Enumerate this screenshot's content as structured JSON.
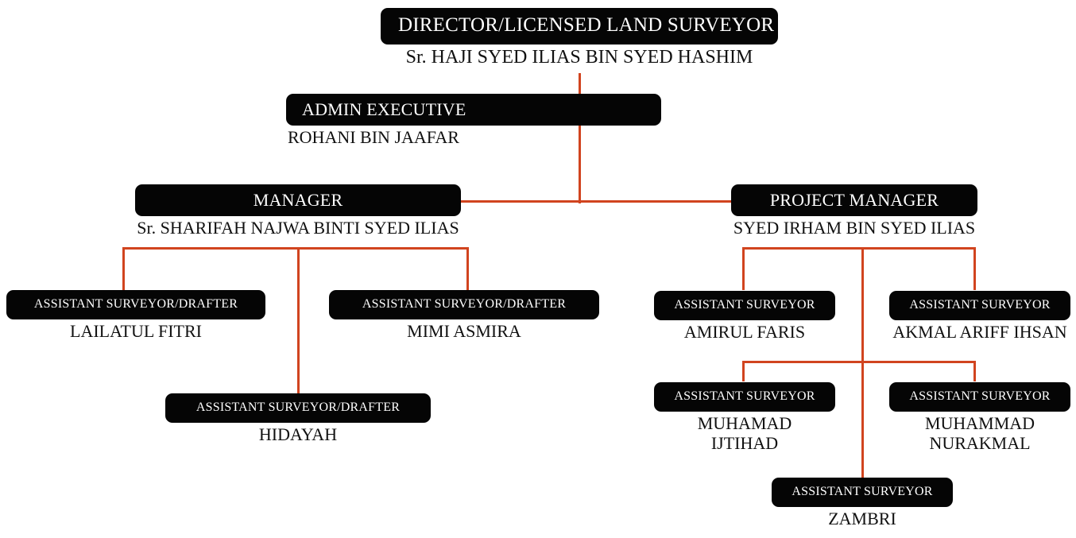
{
  "document": {
    "kind": "organization-chart",
    "accent_color": "#D1441F",
    "box_color": "#050505",
    "box_text_color": "#FFFFFF",
    "text_color": "#111111",
    "background": "#FFFFFF"
  },
  "nodes": {
    "director": {
      "title": "DIRECTOR/LICENSED LAND SURVEYOR",
      "person": "Sr. HAJI SYED ILIAS BIN SYED HASHIM"
    },
    "admin_executive": {
      "title": "ADMIN EXECUTIVE",
      "person": "ROHANI BIN JAAFAR"
    },
    "manager": {
      "title": "MANAGER",
      "person": "Sr. SHARIFAH NAJWA BINTI SYED ILIAS"
    },
    "project_manager": {
      "title": "PROJECT MANAGER",
      "person": "SYED IRHAM BIN SYED ILIAS"
    },
    "lailatul_fitri": {
      "title": "ASSISTANT SURVEYOR/DRAFTER",
      "person": "LAILATUL FITRI"
    },
    "mimi_asmira": {
      "title": "ASSISTANT SURVEYOR/DRAFTER",
      "person": "MIMI ASMIRA"
    },
    "hidayah": {
      "title": "ASSISTANT SURVEYOR/DRAFTER",
      "person": "HIDAYAH"
    },
    "amirul_faris": {
      "title": "ASSISTANT SURVEYOR",
      "person": "AMIRUL FARIS"
    },
    "akmal_ariff_ihsan": {
      "title": "ASSISTANT SURVEYOR",
      "person": "AKMAL ARIFF IHSAN"
    },
    "muhamad_ijtihad": {
      "title": "ASSISTANT SURVEYOR",
      "person": "MUHAMAD\nIJTIHAD"
    },
    "muhammad_nurakmal": {
      "title": "ASSISTANT SURVEYOR",
      "person": "MUHAMMAD\nNURAKMAL"
    },
    "zambri": {
      "title": "ASSISTANT SURVEYOR",
      "person": "ZAMBRI"
    }
  }
}
